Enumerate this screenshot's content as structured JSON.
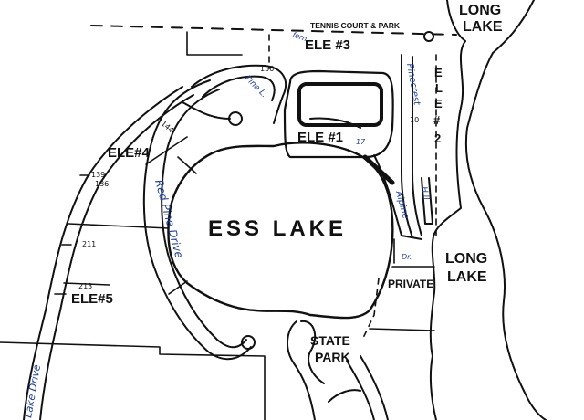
{
  "labels": {
    "long_lake_top": [
      "LONG",
      "LAKE"
    ],
    "long_lake_mid": [
      "LONG",
      "LAKE"
    ],
    "ess_lake": "ESS LAKE",
    "tennis": "TENNIS COURT & PARK",
    "private": "PRIVATE",
    "state_park": [
      "STATE",
      "PARK"
    ],
    "ele1": "ELE #1",
    "ele2": [
      "E",
      "L",
      "E",
      "#",
      "2"
    ],
    "ele3": "ELE #3",
    "ele4": "ELE#4",
    "ele5": "ELE#5"
  },
  "roads": {
    "red_pine": "Red Pine Drive",
    "lake_drive": "Lake Drive",
    "pinecrest": "Pinecrest",
    "alpine": "Alpine",
    "hill": "Hill",
    "pine_lane": "Pine L.",
    "fernpine": "fern",
    "east_drive": "Dr."
  },
  "lot_numbers": {
    "n144": "144",
    "n139": "139",
    "n136": "136",
    "n211": "211",
    "n213": "213",
    "n156": "156",
    "n10": "10",
    "n17": "17"
  },
  "colors": {
    "ink": "#111111",
    "handwriting": "#1d3f9e",
    "paper": "#ffffff"
  }
}
